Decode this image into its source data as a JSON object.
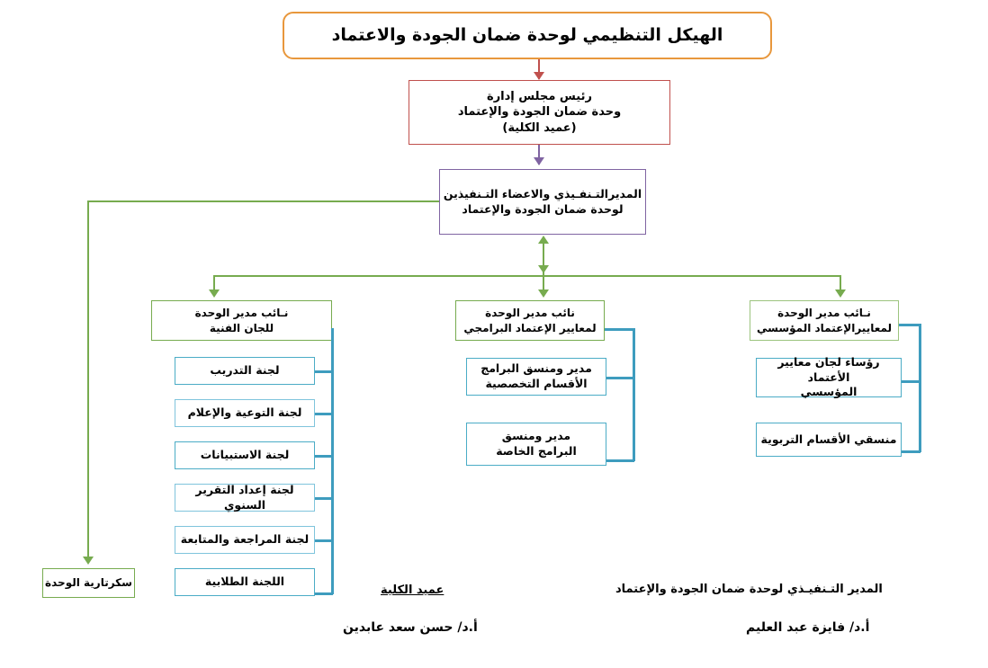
{
  "title": {
    "text": "الهيكل التنظيمي لوحدة ضمان الجودة والاعتماد",
    "border_color": "#E8973C"
  },
  "chairman": {
    "text": "رئيس مجلس إدارة\nوحدة ضمان الجودة والإعتماد\n(عميد الكلية)",
    "border_color": "#C0504D"
  },
  "director": {
    "text": "المديرالتـنفـيذي والاعضاء التـنفيذين\nلوحدة ضمان الجودة والإعتماد",
    "border_color": "#8064A2"
  },
  "secretariat": {
    "text": "سكرتارية الوحدة",
    "border_color": "#77AB4F"
  },
  "deputies": [
    {
      "id": "technical-committees",
      "text": "نـائب مدير الوحدة\nللجان الفنية",
      "border_color": "#77AB4F",
      "children": [
        {
          "text": "لجنة التدريب"
        },
        {
          "text": "لجنة التوعية والإعلام"
        },
        {
          "text": "لجنة الاستبيانات"
        },
        {
          "text": "لجنة إعداد التقرير السنوي"
        },
        {
          "text": "لجنة المراجعة والمتابعة"
        },
        {
          "text": "اللجنة الطلابية"
        }
      ]
    },
    {
      "id": "program-accreditation",
      "text": "نائب مدير الوحدة\nلمعايير الإعتماد البرامجي",
      "border_color": "#77AB4F",
      "children": [
        {
          "text": "مدير ومنسق البرامج\nالأقسام التخصصية"
        },
        {
          "text": "مدير ومنسق\nالبرامج الخاصة"
        }
      ]
    },
    {
      "id": "institutional-accreditation",
      "text": "نـائب مدير الوحدة\nلمعاييرالإعتماد المؤسسي",
      "border_color": "#9CC47E",
      "children": [
        {
          "text": "رؤساء لجان معايير الأعتماد\nالمؤسسي"
        },
        {
          "text": "منسقي الأقسام التربوية"
        }
      ]
    }
  ],
  "signatures": {
    "dean": {
      "role": "عميد الكلية",
      "name": "أ.د/ حسن سعد عابدين"
    },
    "executive_director": {
      "role": "المدير التـنفيـذي لوحدة ضمان الجودة والإعتماد",
      "name": "أ.د/  فايزة عبد العليم"
    }
  }
}
